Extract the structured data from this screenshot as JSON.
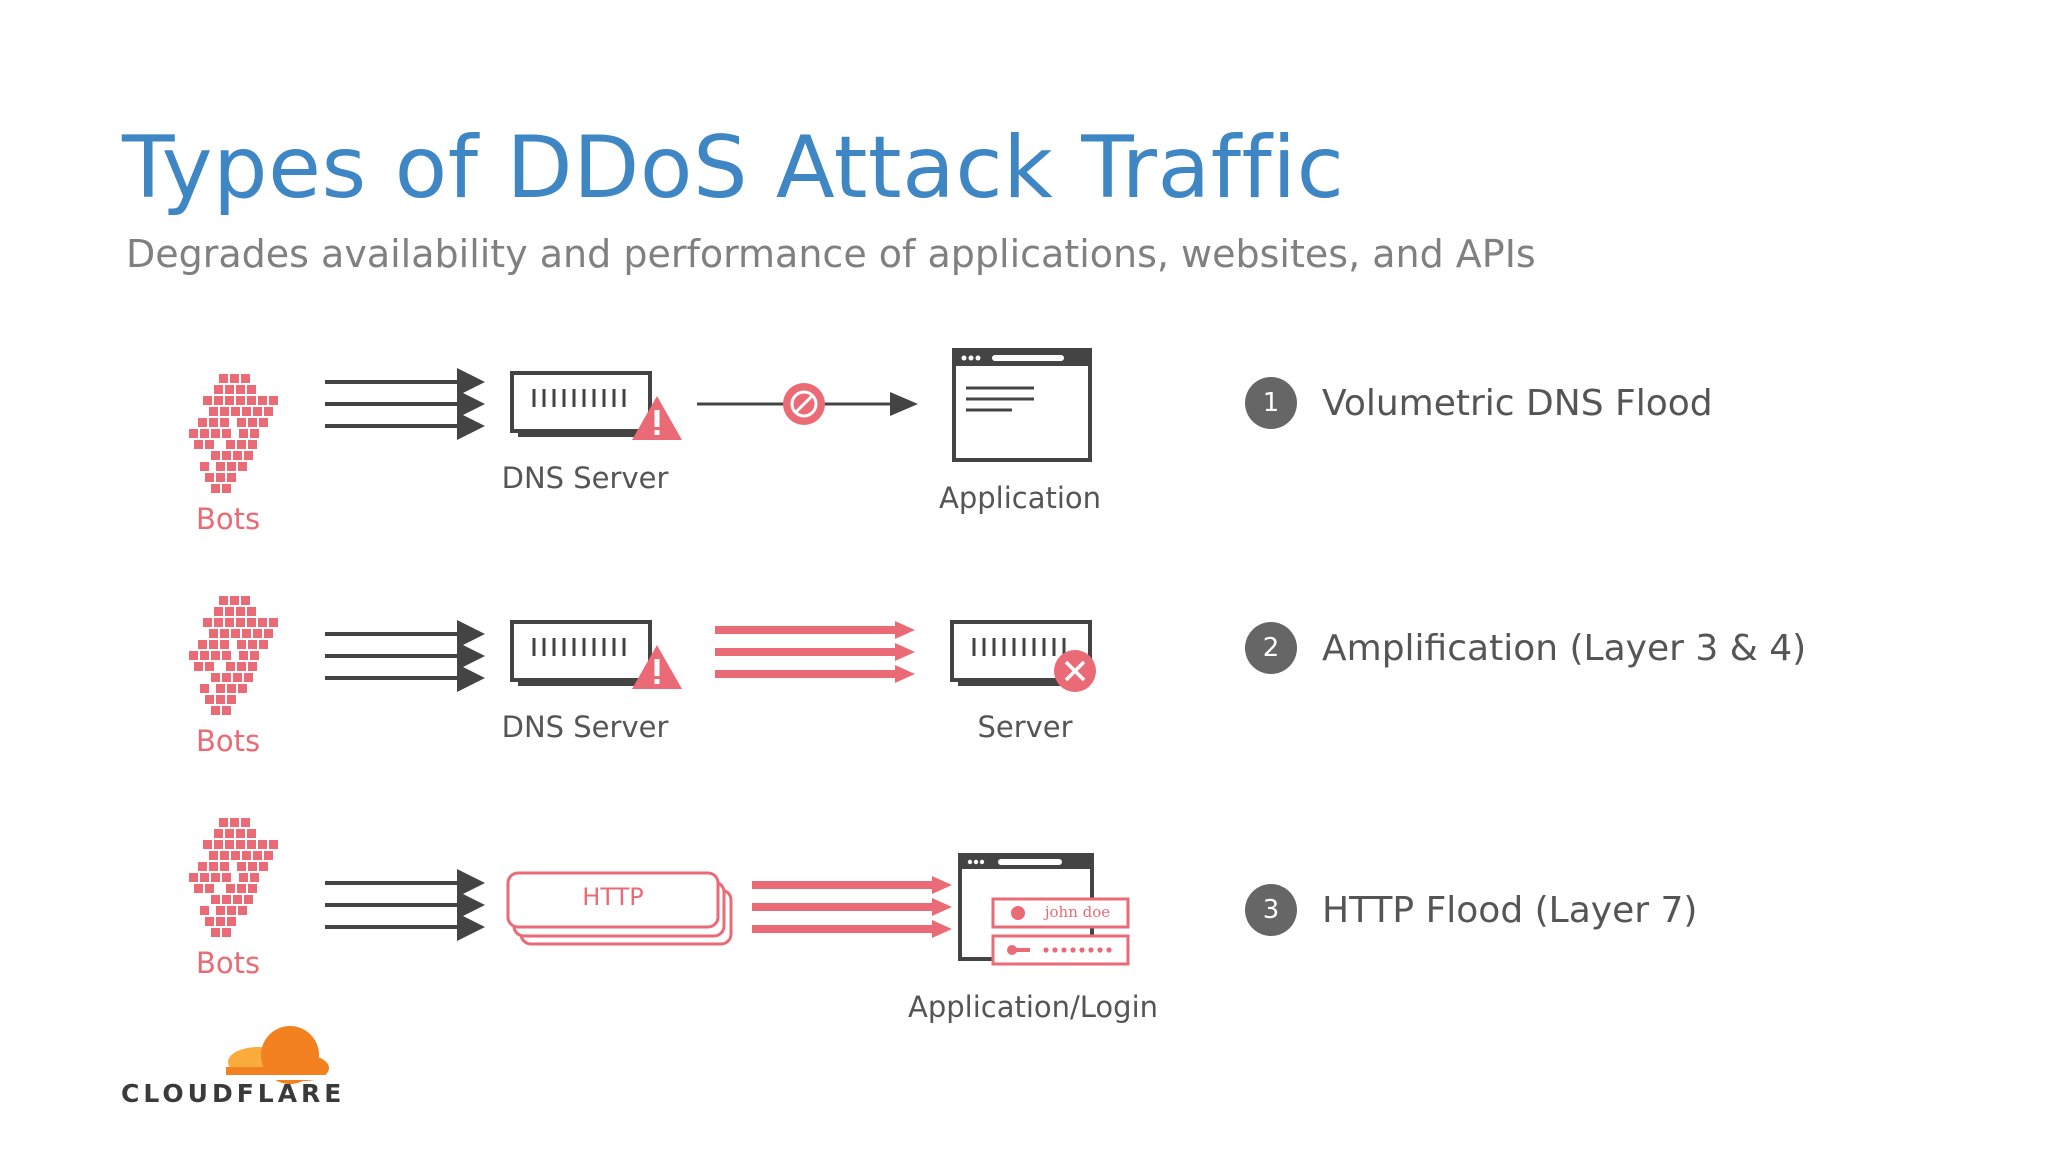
{
  "title": "Types of DDoS Attack Traffic",
  "subtitle": "Degrades availability and performance of applications, websites, and APIs",
  "colors": {
    "title": "#3f87c4",
    "attack_red": "#ea6b76",
    "dark": "#555555",
    "logo_orange": "#f48120"
  },
  "rows": [
    {
      "bots_label": "Bots",
      "source_label": "DNS Server",
      "target_label": "Application",
      "number": "1",
      "legend": "Volumetric DNS Flood",
      "icons": [
        "bots-icon",
        "dns-server-warning-icon",
        "blocked-icon",
        "application-window-icon"
      ]
    },
    {
      "bots_label": "Bots",
      "source_label": "DNS Server",
      "target_label": "Server",
      "number": "2",
      "legend": "Amplification (Layer 3 & 4)",
      "icons": [
        "bots-icon",
        "dns-server-warning-icon",
        "server-error-icon"
      ]
    },
    {
      "bots_label": "Bots",
      "http_label": "HTTP",
      "target_label": "Application/Login",
      "login_username": "john doe",
      "number": "3",
      "legend": "HTTP Flood (Layer 7)",
      "icons": [
        "bots-icon",
        "http-requests-icon",
        "login-window-icon"
      ]
    }
  ],
  "logo": {
    "text": "CLOUDFLARE",
    "icon": "cloud-logo-icon"
  }
}
